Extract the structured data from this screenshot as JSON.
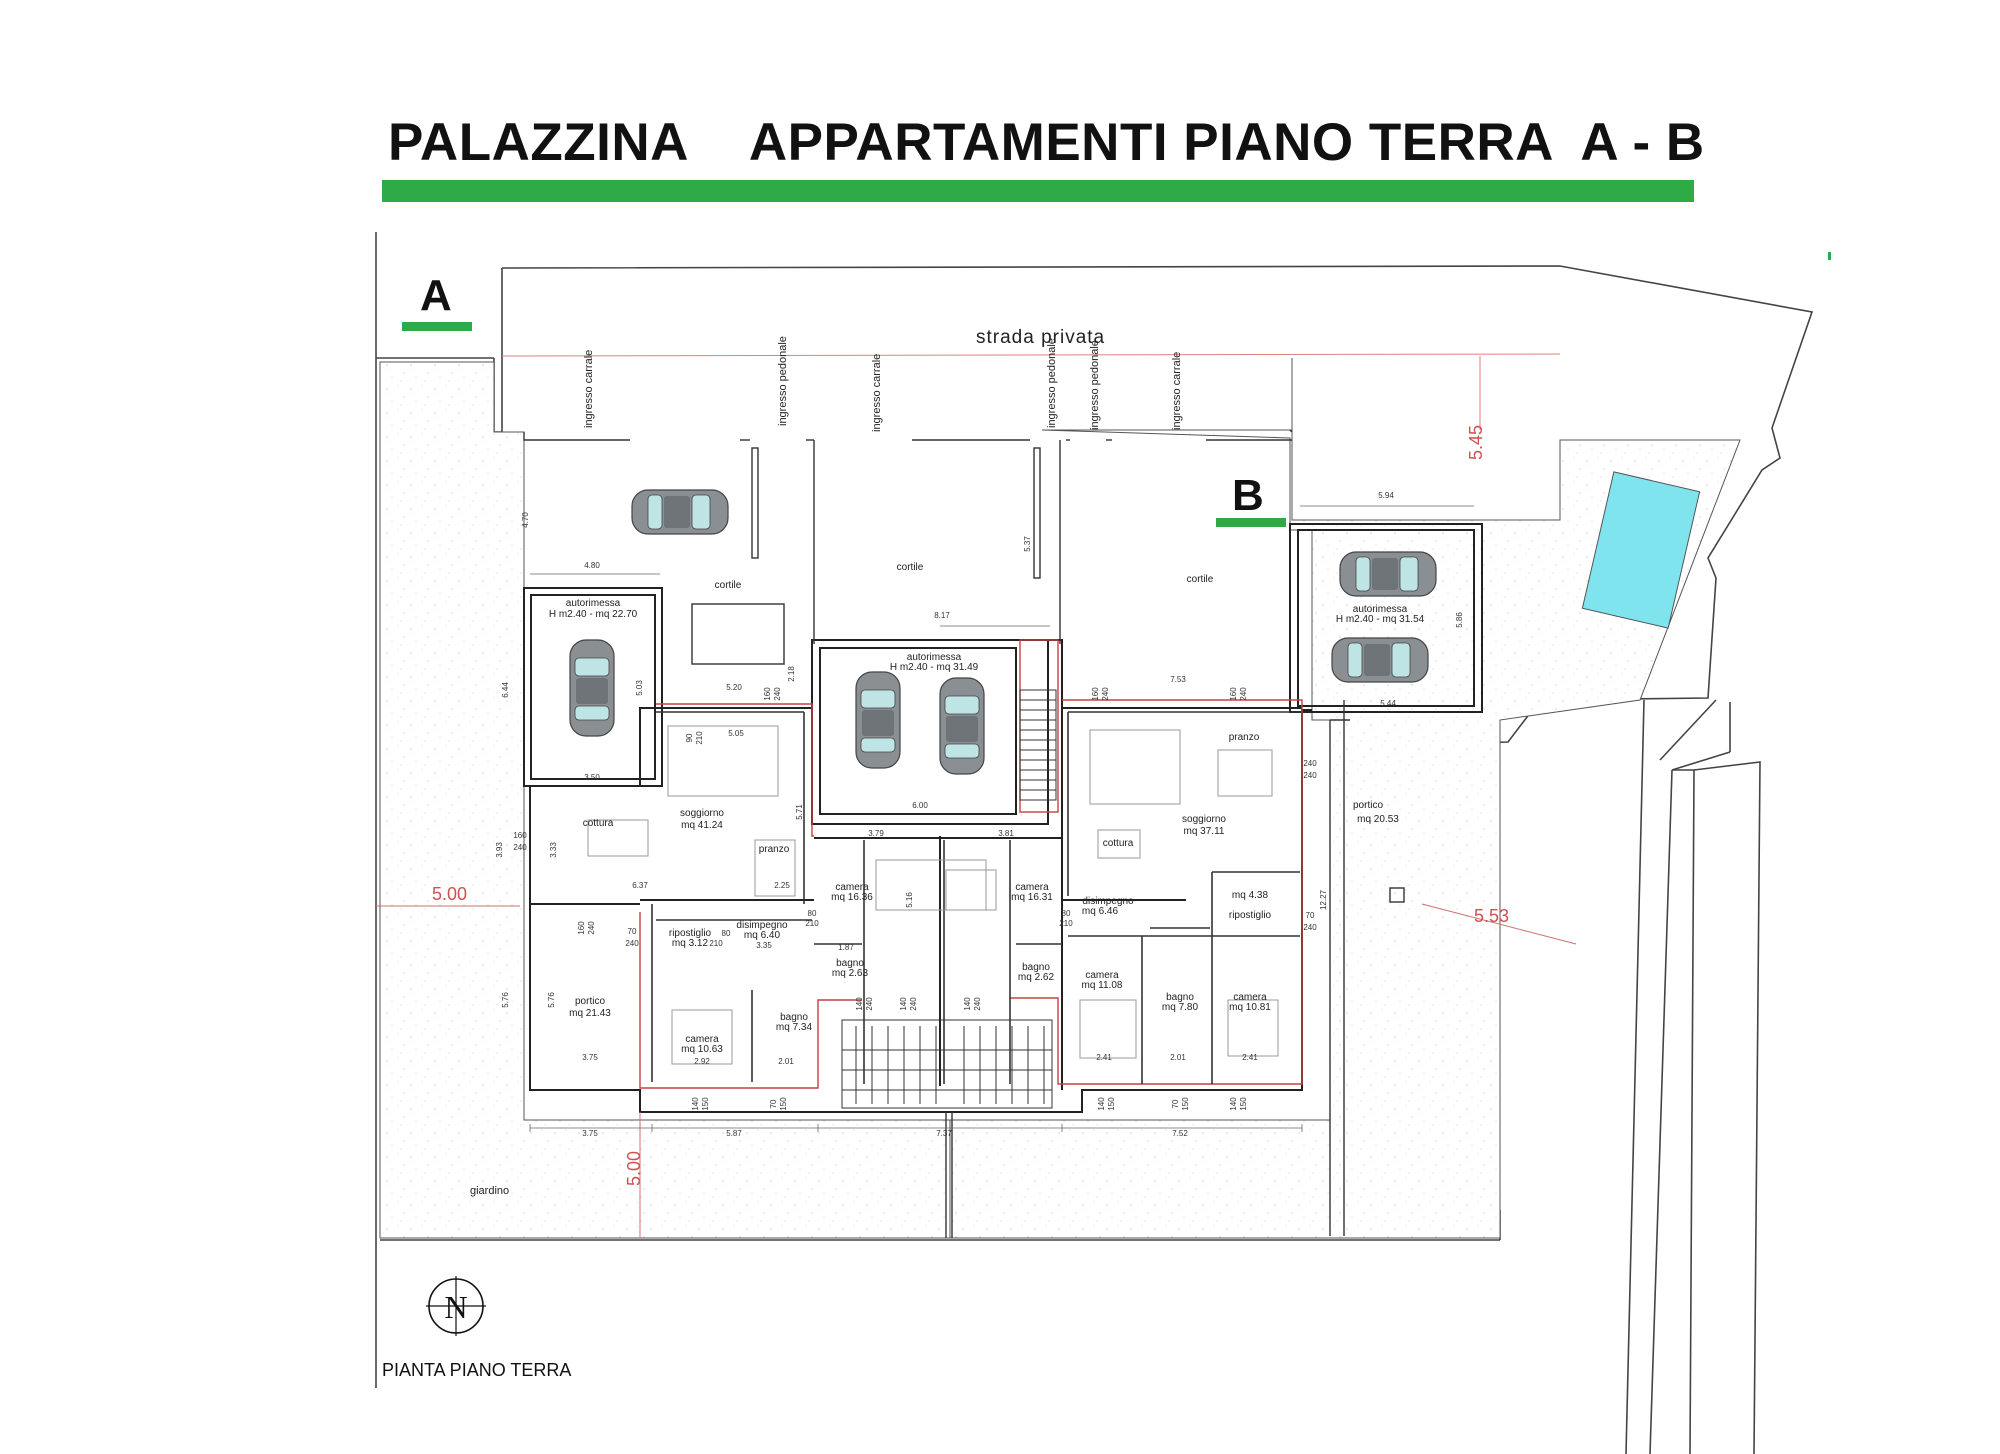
{
  "header": {
    "title_left": "PALAZZINA",
    "title_right": "APPARTAMENTI PIANO TERRA  A - B",
    "bar_color": "#2eab46"
  },
  "sections": {
    "a": "A",
    "b": "B"
  },
  "plan": {
    "road": "strada privata",
    "entrances": {
      "carrale": "ingresso carrale",
      "pedonale": "ingresso pedonale"
    },
    "courtyard": "cortile",
    "garden": "giardino",
    "apartment_a": {
      "garage_name": "autorimessa",
      "garage_spec": "H m2.40 - mq 22.70",
      "soggiorno": "soggiorno",
      "soggiorno_area": "mq 41.24",
      "cucina": "cottura",
      "pranzo": "pranzo",
      "disimpegno": "disimpegno",
      "disimpegno_area": "mq 6.40",
      "ripostiglio": "ripostiglio",
      "ripostiglio_area": "mq 3.12",
      "bagno": "bagno",
      "bagno_area": "mq 7.34",
      "camera": "camera",
      "camera_area": "mq 10.63",
      "porticato": "portico",
      "porticato_area": "mq 21.43"
    },
    "center": {
      "garage_name": "autorimessa",
      "garage_spec": "H m2.40 - mq 31.49",
      "camera_a_area": "mq 16.36",
      "camera_b_area": "mq 16.31",
      "bagno_a_area": "mq 2.63",
      "bagno_b_area": "mq 2.62"
    },
    "apartment_b": {
      "garage_name": "autorimessa",
      "garage_spec": "H m2.40 - mq 31.54",
      "soggiorno": "soggiorno",
      "soggiorno_area": "mq 37.11",
      "cucina": "cottura",
      "pranzo": "pranzo",
      "disimpegno": "disimpegno",
      "disimpegno_area": "mq 6.46",
      "ripostiglio": "ripostiglio",
      "ripostiglio_area": "mq 4.38",
      "camera1_area": "mq 11.08",
      "bagno": "bagno",
      "bagno_area": "mq 7.80",
      "camera2_area": "mq 10.81",
      "porticato": "portico",
      "porticato_area": "mq 20.53"
    },
    "setbacks": {
      "left": "5.00",
      "bottom": "5.00",
      "right": "5.53",
      "top": "5.45"
    },
    "dims": {
      "d470": "4.70",
      "d480": "4.80",
      "d644": "6.44",
      "d503": "5.03",
      "d520": "5.20",
      "d218": "2.18",
      "d817": "8.17",
      "d537": "5.37",
      "d753": "7.53",
      "d594": "5.94",
      "d586": "5.86",
      "d544": "5.44",
      "d350": "3.50",
      "d505": "5.05",
      "d571": "5.71",
      "d600": "6.00",
      "d379": "3.79",
      "d381": "3.81",
      "d516": "5.16",
      "d637": "6.37",
      "d225": "2.25",
      "d333": "3.33",
      "d393": "3.93",
      "d576": "5.76",
      "d375": "3.75",
      "d587": "5.87",
      "d737": "7.37",
      "d752": "7.52",
      "d1227": "12.27",
      "d292": "2.92",
      "d201": "2.01",
      "d241": "2.41",
      "d335": "3.35",
      "d187": "1.87",
      "d160": "160",
      "d240": "240",
      "d210": "210",
      "d80": "80",
      "d70": "70",
      "d140": "140",
      "d150": "150",
      "d90": "90"
    },
    "compass": "N",
    "caption": "PIANTA PIANO TERRA"
  }
}
